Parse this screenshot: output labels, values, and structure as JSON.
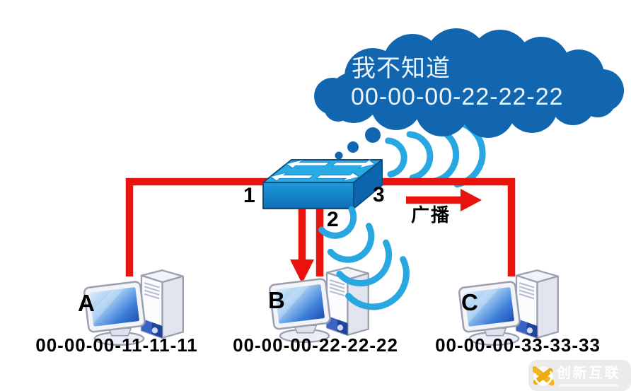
{
  "diagram": {
    "cloud": {
      "line1": "我不知道",
      "line2": "00-00-00-22-22-22"
    },
    "switch_ports": {
      "p1": "1",
      "p2": "2",
      "p3": "3"
    },
    "broadcast_label": "广播",
    "hosts": [
      {
        "label": "A",
        "mac": "00-00-00-11-11-11"
      },
      {
        "label": "B",
        "mac": "00-00-00-22-22-22"
      },
      {
        "label": "C",
        "mac": "00-00-00-33-33-33"
      }
    ]
  },
  "watermark": {
    "brand": "创新互联"
  },
  "colors": {
    "link_red": "#e8130c",
    "cloud_blue": "#1266b0",
    "wave_blue": "#29a7e0",
    "switch_top": "#2aabe3",
    "switch_front": "#1789cf",
    "switch_side": "#0c65ad",
    "text_black": "#000000",
    "cloud_text": "#eaf5fe",
    "watermark_bg": "#ebebeb",
    "watermark_gold": "#f4b41f"
  }
}
